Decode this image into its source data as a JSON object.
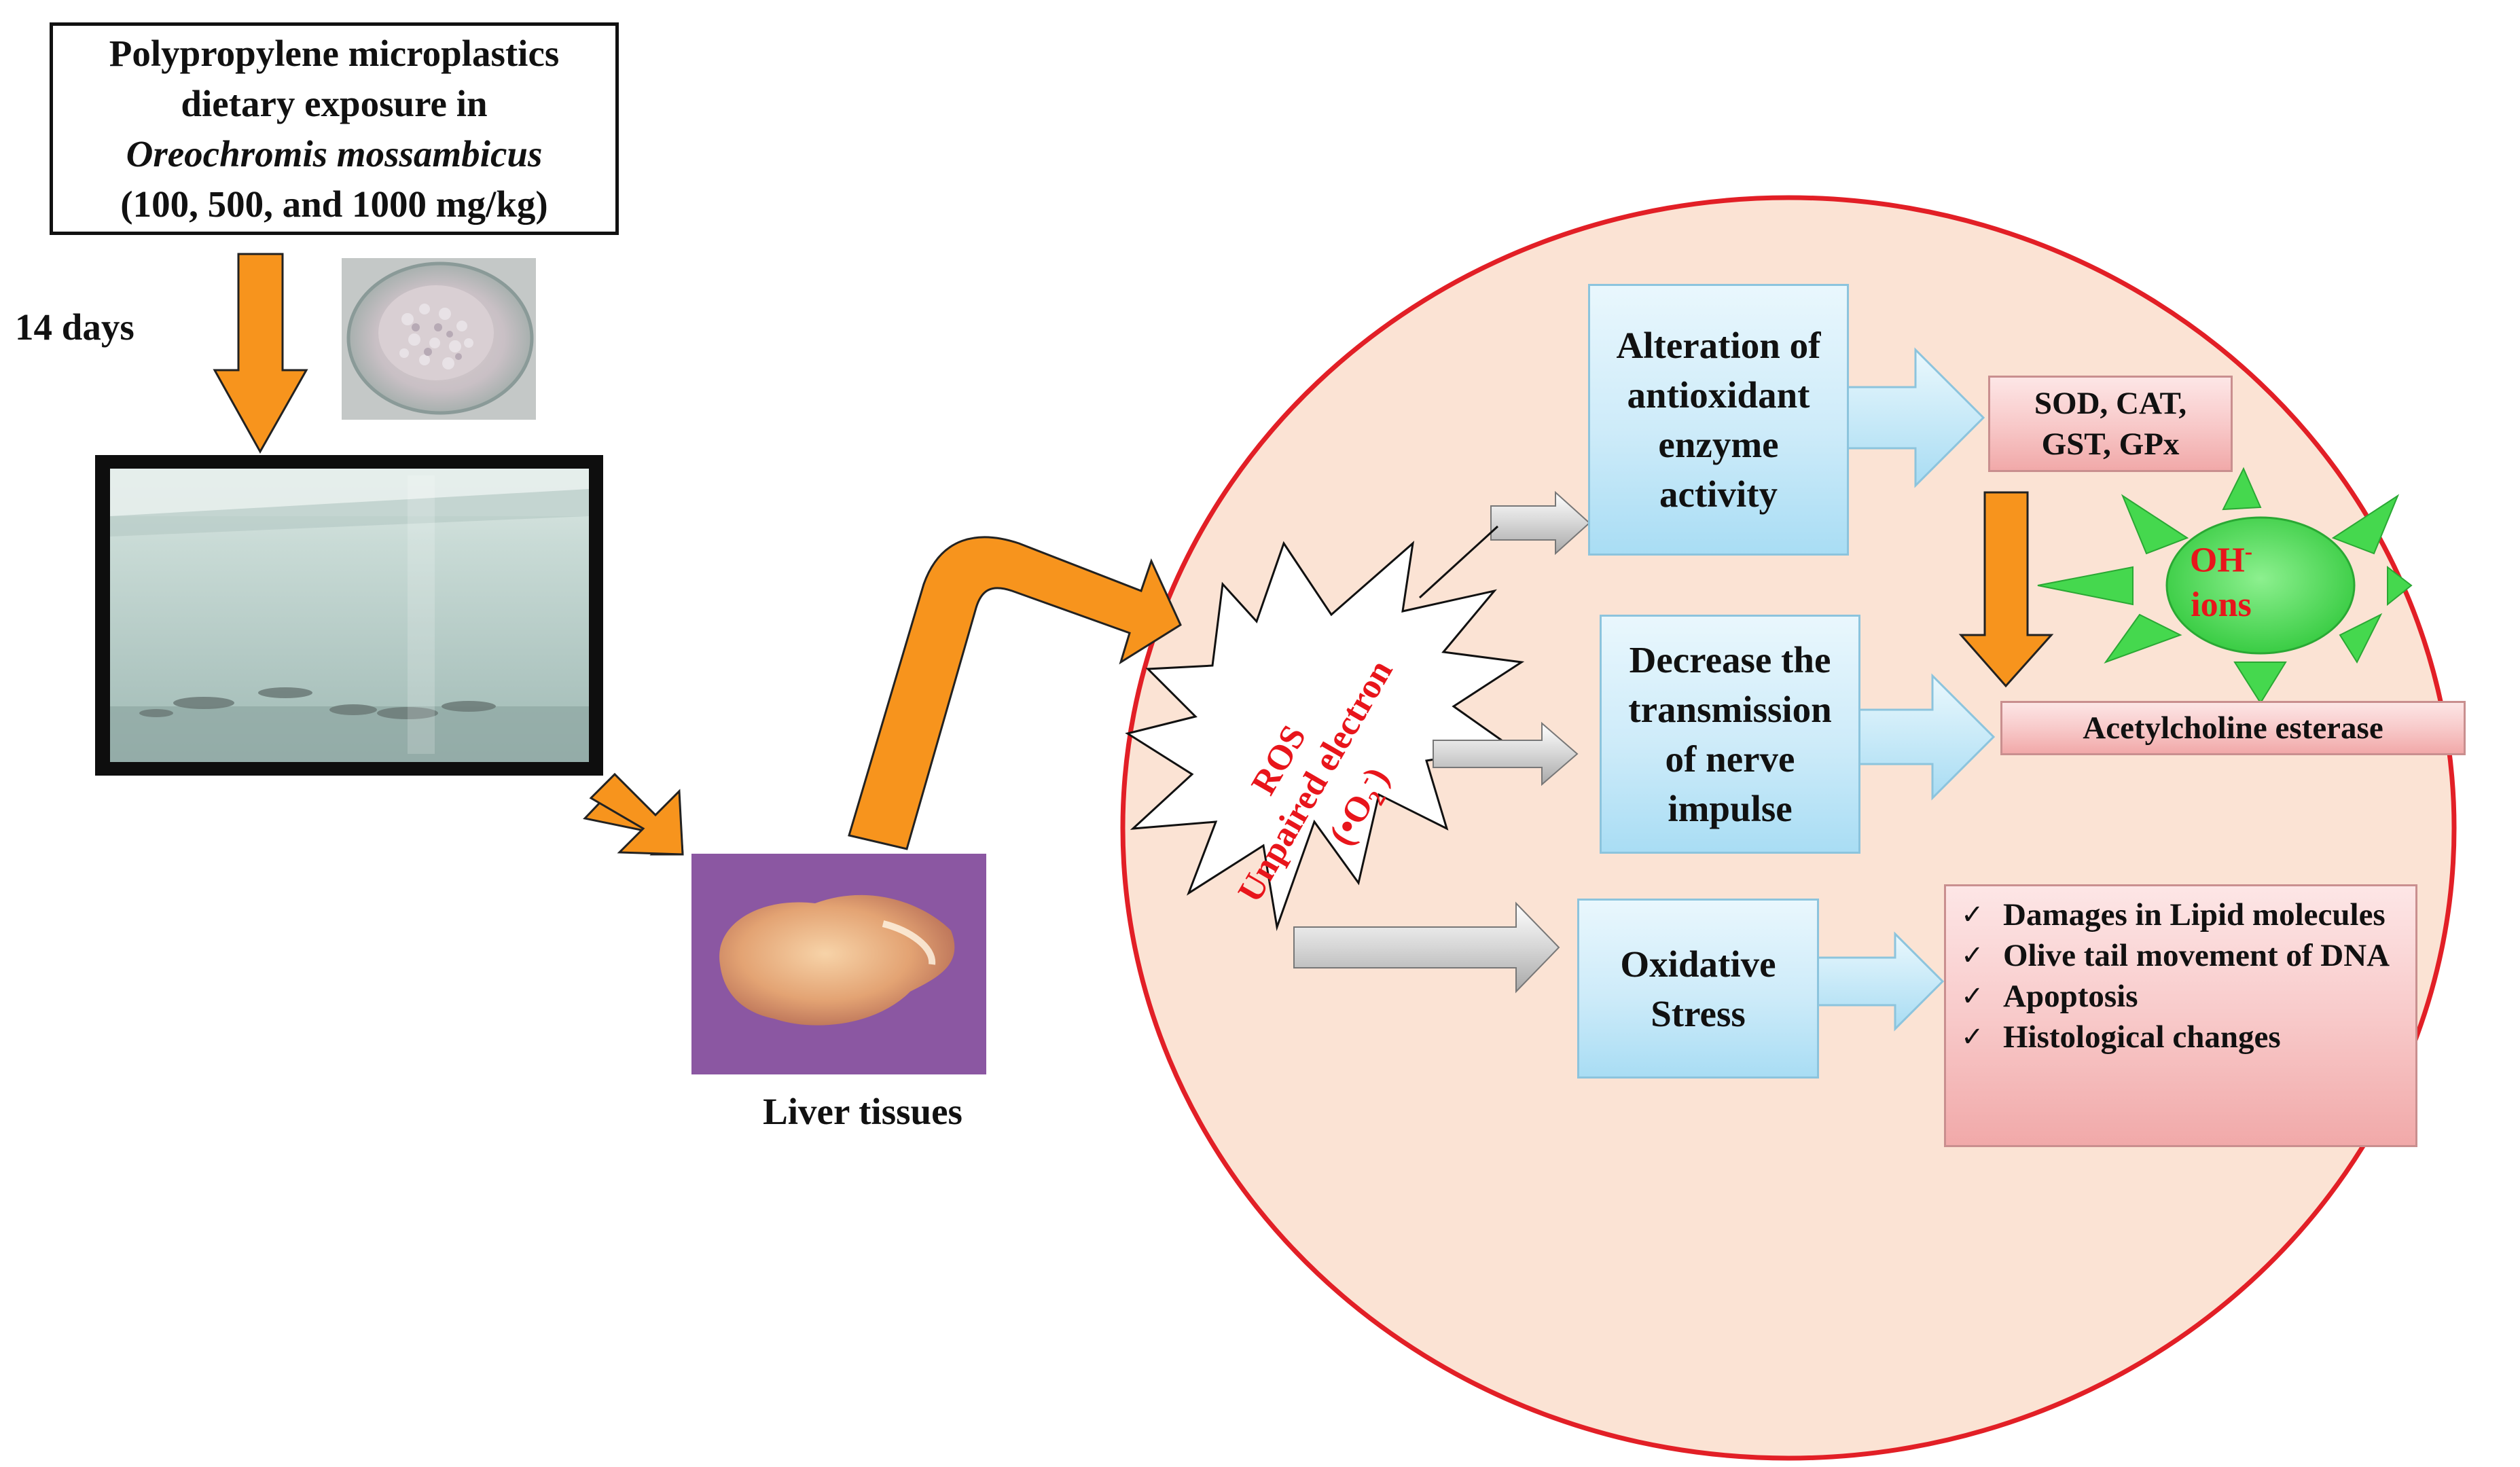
{
  "title_box": {
    "line1": "Polypropylene microplastics",
    "line2": "dietary exposure in",
    "line3": "Oreochromis mossambicus",
    "line4": "(100, 500, and 1000 mg/kg)"
  },
  "duration_label": "14 days",
  "liver_label": "Liver tissues",
  "ros": {
    "line1": "ROS",
    "line2": "Unpaired electron",
    "formula": "(•O",
    "formula_sub": "2",
    "formula_sup": "-",
    "formula_end": ")"
  },
  "effects": {
    "antioxidant": [
      "Alteration of",
      "antioxidant",
      "enzyme",
      "activity"
    ],
    "nerve": [
      "Decrease the",
      "transmission",
      "of nerve",
      "impulse"
    ],
    "oxidative": [
      "Oxidative",
      "Stress"
    ]
  },
  "outcomes": {
    "enzymes": [
      "SOD, CAT,",
      "GST, GPx"
    ],
    "ache": "Acetylcholine esterase",
    "damage_items": [
      "Damages in Lipid molecules",
      "Olive tail movement of DNA",
      "Apoptosis",
      "Histological changes"
    ],
    "tick": "✓"
  },
  "oh_ions": {
    "label": "OH",
    "sup": "-",
    "line2": "ions"
  },
  "colors": {
    "orange_arrow": "#f7941d",
    "cell_fill": "#fbe3d4",
    "cell_border": "#e21f26",
    "ros_text": "#e8151b",
    "sun_green": "#3fd44a"
  }
}
